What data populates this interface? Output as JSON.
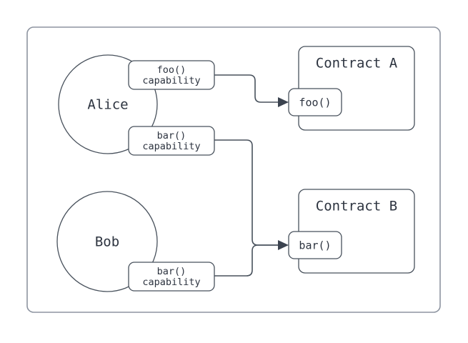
{
  "diagram": {
    "title": "capability-delegation-diagram",
    "frame": {
      "name": "outer-frame"
    },
    "colors": {
      "shape_stroke": "#48515c",
      "frame_stroke": "#8d94a0",
      "text": "#2d3440",
      "background": "#ffffff",
      "arrow_fill": "#3b434f"
    },
    "actors": [
      {
        "id": "alice",
        "label": "Alice"
      },
      {
        "id": "bob",
        "label": "Bob"
      }
    ],
    "capabilities": [
      {
        "id": "alice-foo-capability",
        "owner": "Alice",
        "line1": "foo()",
        "line2": "capability"
      },
      {
        "id": "alice-bar-capability",
        "owner": "Alice",
        "line1": "bar()",
        "line2": "capability"
      },
      {
        "id": "bob-bar-capability",
        "owner": "Bob",
        "line1": "bar()",
        "line2": "capability"
      }
    ],
    "contracts": [
      {
        "id": "contract-a",
        "title": "Contract A",
        "method": "foo()"
      },
      {
        "id": "contract-b",
        "title": "Contract B",
        "method": "bar()"
      }
    ],
    "connections": [
      {
        "id": "alice-foo-to-contract-a-foo",
        "from": "alice-foo-capability",
        "to": "contract-a-foo-method"
      },
      {
        "id": "alice-bar-to-contract-b-bar",
        "from": "alice-bar-capability",
        "to": "contract-b-bar-method"
      },
      {
        "id": "bob-bar-to-contract-b-bar",
        "from": "bob-bar-capability",
        "to": "contract-b-bar-method"
      }
    ]
  }
}
